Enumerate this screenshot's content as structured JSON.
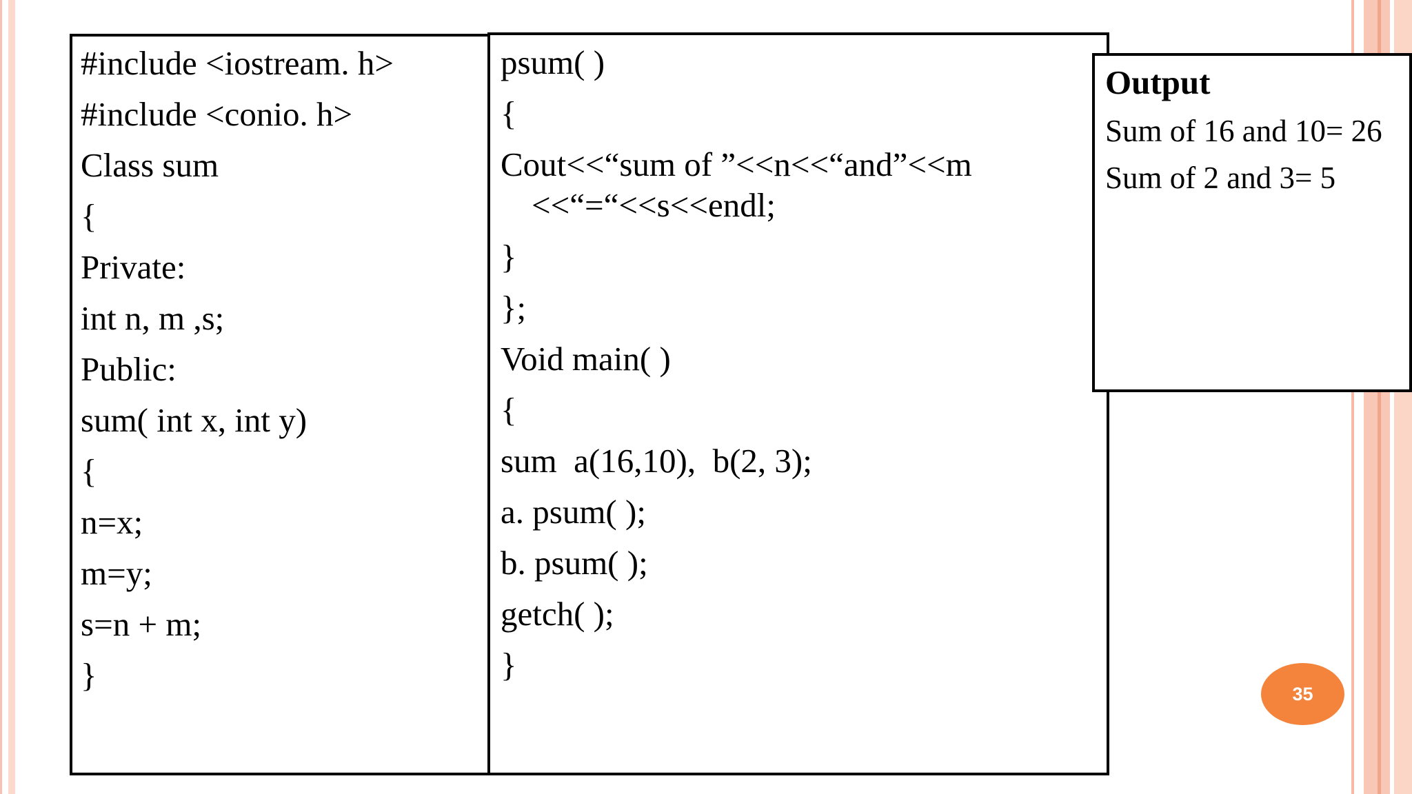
{
  "slide": {
    "page_number": "35",
    "accent_color": "#f4833c",
    "stripe_color": "#f7b9a6"
  },
  "code_left": {
    "lines": [
      "#include <iostream. h>",
      "#include <conio. h>",
      "Class sum",
      "{",
      "Private:",
      "int n, m ,s;",
      "Public:",
      "sum( int x, int y)",
      "{",
      "n=x;",
      "m=y;",
      "s=n + m;",
      "}"
    ]
  },
  "code_middle": {
    "lines": [
      "psum( )",
      "{",
      "Cout<<“sum of ”<<n<<“and”<<m",
      "<<“=“<<s<<endl;",
      "}",
      "};",
      "Void main( )",
      "{",
      "sum  a(16,10),  b(2, 3);",
      "a. psum( );",
      "b. psum( );",
      "getch( );",
      "}"
    ]
  },
  "output": {
    "title": "Output",
    "lines": [
      "Sum of 16 and 10= 26",
      "Sum of 2 and 3= 5"
    ]
  }
}
